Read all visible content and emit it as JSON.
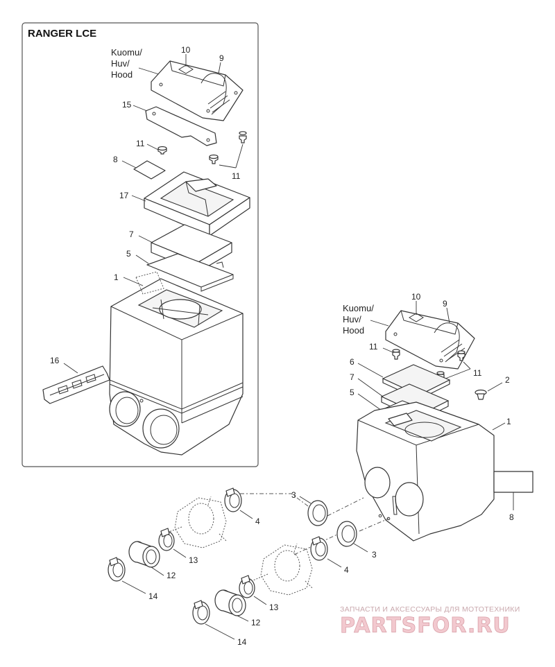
{
  "inset_title": "RANGER  LCE",
  "hood_label_inset": {
    "line1": "Kuomu/",
    "line2": "Huv/",
    "line3": "Hood"
  },
  "hood_label_main": {
    "line1": "Kuomu/",
    "line2": "Huv/",
    "line3": "Hood"
  },
  "callouts": {
    "c10a": "10",
    "c9a": "9",
    "c15": "15",
    "c11a": "11",
    "c11b": "11",
    "c8a": "8",
    "c17": "17",
    "c7a": "7",
    "c5a": "5",
    "c1a": "1",
    "c16": "16",
    "c10b": "10",
    "c9b": "9",
    "c11c": "11",
    "c11d": "11",
    "c6": "6",
    "c2": "2",
    "c7b": "7",
    "c5b": "5",
    "c1b": "1",
    "c8b": "8",
    "c3a": "3",
    "c3b": "3",
    "c4a": "4",
    "c4b": "4",
    "c13a": "13",
    "c13b": "13",
    "c12a": "12",
    "c12b": "12",
    "c14a": "14",
    "c14b": "14"
  },
  "watermark": {
    "tagline": "ЗАПЧАСТИ И АКСЕССУАРЫ ДЛЯ МОТОТЕХНИКИ",
    "brand": "PARTSFOR.RU"
  }
}
